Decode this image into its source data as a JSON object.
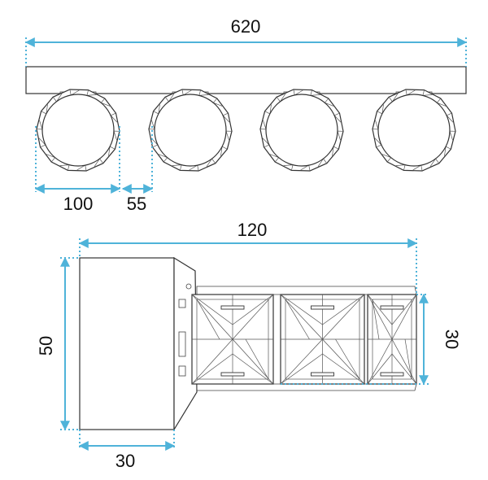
{
  "dimensions": {
    "rail_length": "620",
    "shade_diameter": "100",
    "shade_gap": "55",
    "side_length": "120",
    "side_height": "50",
    "crystal_height": "30",
    "base_depth": "30"
  },
  "colors": {
    "dimension_line": "#4fb3d9",
    "outline": "#333333"
  },
  "front_view": {
    "shade_count": 4
  }
}
